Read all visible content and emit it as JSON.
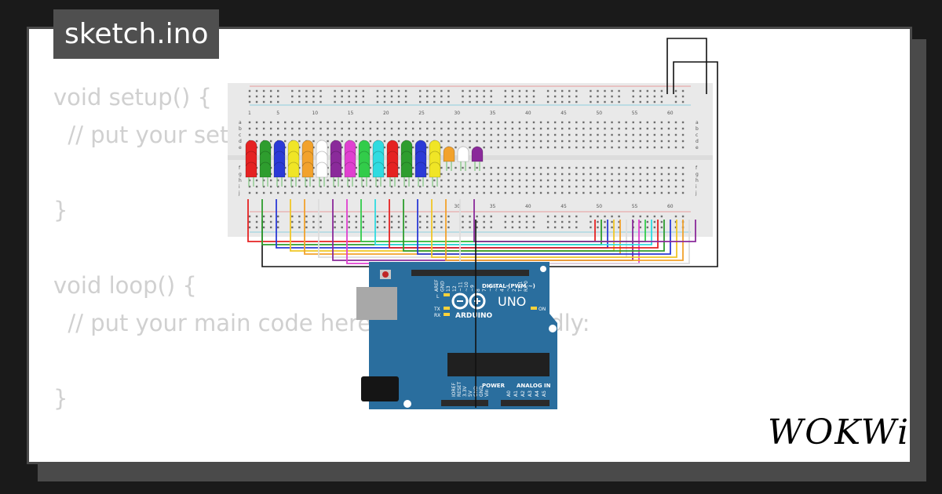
{
  "file_tab": {
    "label": "sketch.ino"
  },
  "code": {
    "lines": [
      "void setup() {",
      "  // put your setup code here, to run once:",
      "",
      "}",
      "",
      "void loop() {",
      "  // put your main code here, to run repeatedly:",
      "",
      "}"
    ]
  },
  "breadboard": {
    "top_numbers": [
      "1",
      "5",
      "10",
      "15",
      "20",
      "25",
      "30",
      "35",
      "40",
      "45",
      "50",
      "55",
      "60"
    ],
    "bottom_numbers": [
      "30",
      "35",
      "40",
      "45",
      "50",
      "55",
      "60"
    ],
    "row_letters_top": [
      "a",
      "b",
      "c",
      "d",
      "e"
    ],
    "row_letters_bottom": [
      "f",
      "g",
      "h",
      "i",
      "j"
    ]
  },
  "arduino": {
    "brand": "ARDUINO",
    "model": "UNO",
    "digital_label": "DIGITAL (PWM ~)",
    "power_label": "POWER",
    "analog_label": "ANALOG IN",
    "labels": {
      "l": "L",
      "tx": "TX",
      "rx": "RX",
      "on": "ON"
    },
    "top_pins": [
      "AREF",
      "GND",
      "13",
      "12",
      "~11",
      "~10",
      "~9",
      "8",
      "7",
      "~6",
      "~5",
      "4",
      "~3",
      "2",
      "TX 1",
      "RX 0"
    ],
    "power_pins": [
      "IOREF",
      "RESET",
      "3.3V",
      "5V",
      "GND",
      "GND",
      "Vin"
    ],
    "analog_pins": [
      "A0",
      "A1",
      "A2",
      "A3",
      "A4",
      "A5"
    ]
  },
  "led_colors": [
    "#e52222",
    "#2e9d2e",
    "#2b3ad6",
    "#f0e526",
    "#f2a22c",
    "#ffffff",
    "#8a2a9a",
    "#e040d0",
    "#32cc4a",
    "#30dbe0",
    "#e52222",
    "#2e9d2e",
    "#2b3ad6",
    "#f0e526",
    "#f2a22c",
    "#ffffff",
    "#8a2a9a"
  ],
  "logo": {
    "text": "WOKWi"
  },
  "colors": {
    "background": "#1a1a1a",
    "card": "#ffffff",
    "tab": "#4f4f4f",
    "code_text": "#d0d0d0",
    "board": "#2a6e9e",
    "breadboard": "#eaeaea"
  }
}
